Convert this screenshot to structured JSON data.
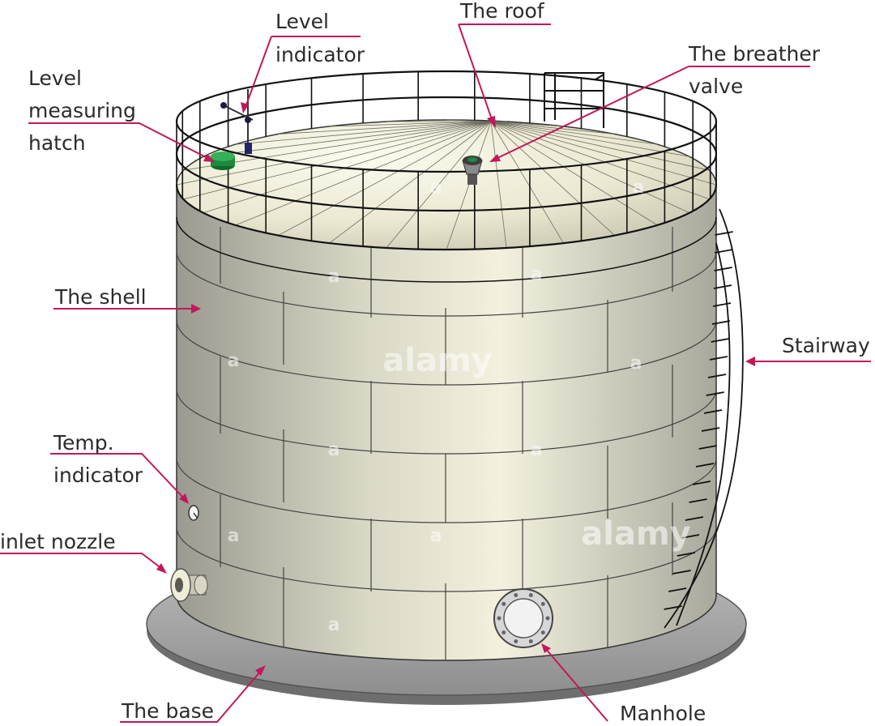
{
  "labels": {
    "roof": "The roof",
    "level_indicator_1": "Level",
    "level_indicator_2": "indicator",
    "breather_1": "The breather",
    "breather_2": "valve",
    "hatch_1": "Level",
    "hatch_2": "measuring",
    "hatch_3": "hatch",
    "shell": "The shell",
    "stairway": "Stairway",
    "temp_1": "Temp.",
    "temp_2": "indicator",
    "inlet": "inlet nozzle",
    "base": "The base",
    "manhole": "Manhole"
  },
  "watermark": {
    "brand": "alamy",
    "mark": "a"
  },
  "colors": {
    "leader": "#c2185b",
    "shell_light": "#f1efdc",
    "shell_dark": "#8f8f86",
    "roof": "#e9e7cf",
    "base": "#a8a8a8",
    "railing": "#1a1a1a",
    "hatch": "#1e8a3e"
  }
}
